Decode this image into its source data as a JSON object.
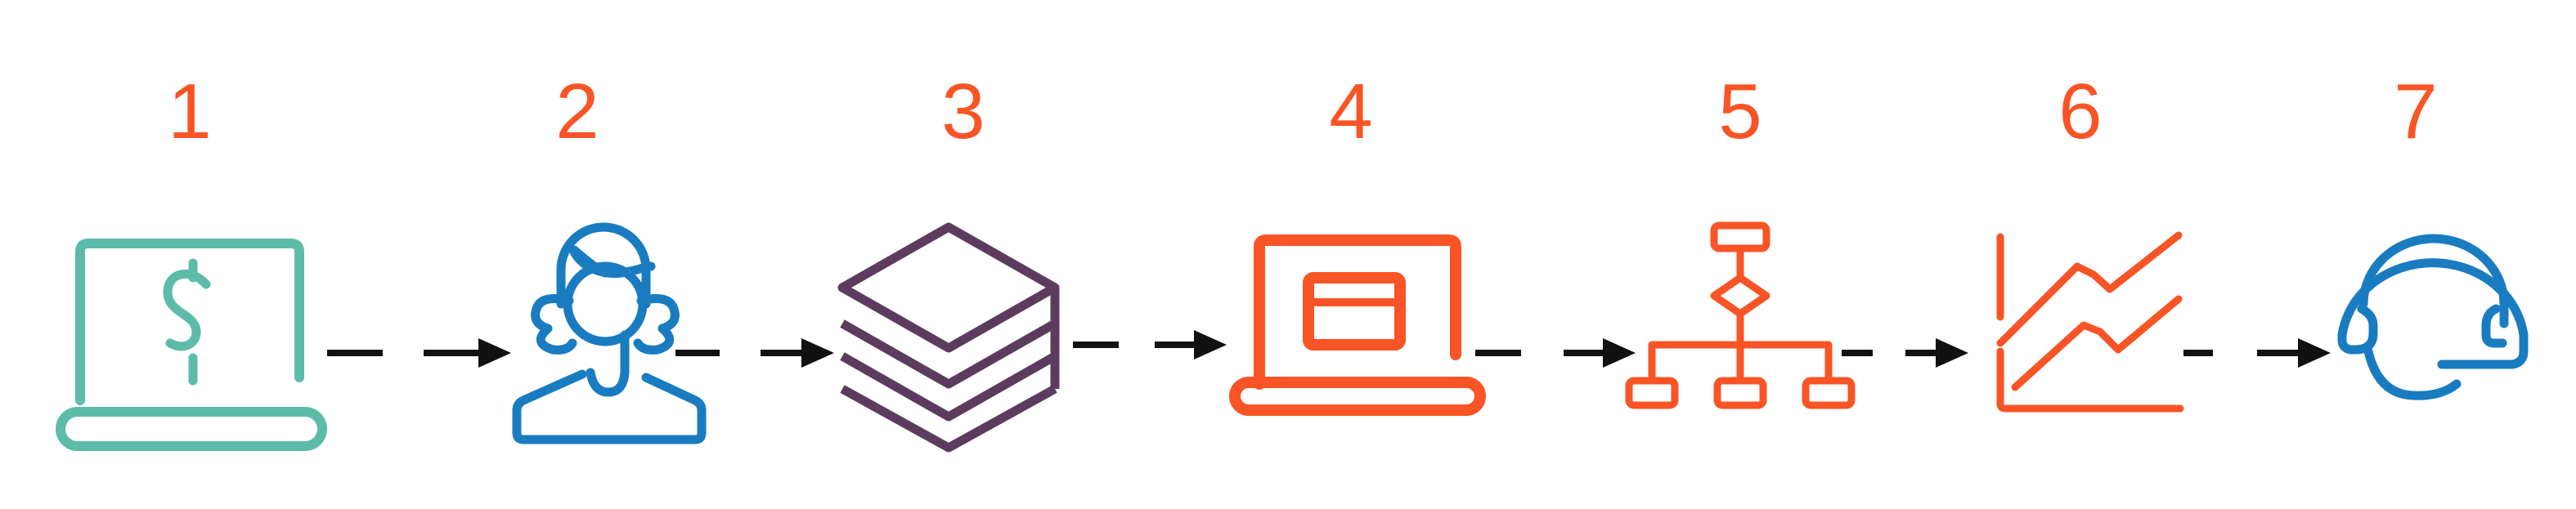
{
  "steps": [
    {
      "number": "1",
      "icon": "laptop-dollar-icon",
      "color": "#5cbca9"
    },
    {
      "number": "2",
      "icon": "person-icon",
      "color": "#1a7cc0"
    },
    {
      "number": "3",
      "icon": "stacked-layers-icon",
      "color": "#5c3c5e"
    },
    {
      "number": "4",
      "icon": "laptop-browser-icon",
      "color": "#f95426"
    },
    {
      "number": "5",
      "icon": "flowchart-icon",
      "color": "#f95426"
    },
    {
      "number": "6",
      "icon": "line-chart-icon",
      "color": "#f95426"
    },
    {
      "number": "7",
      "icon": "headset-icon",
      "color": "#1a7cc0"
    }
  ],
  "number_color": "#f95426",
  "arrow_color": "#111111"
}
